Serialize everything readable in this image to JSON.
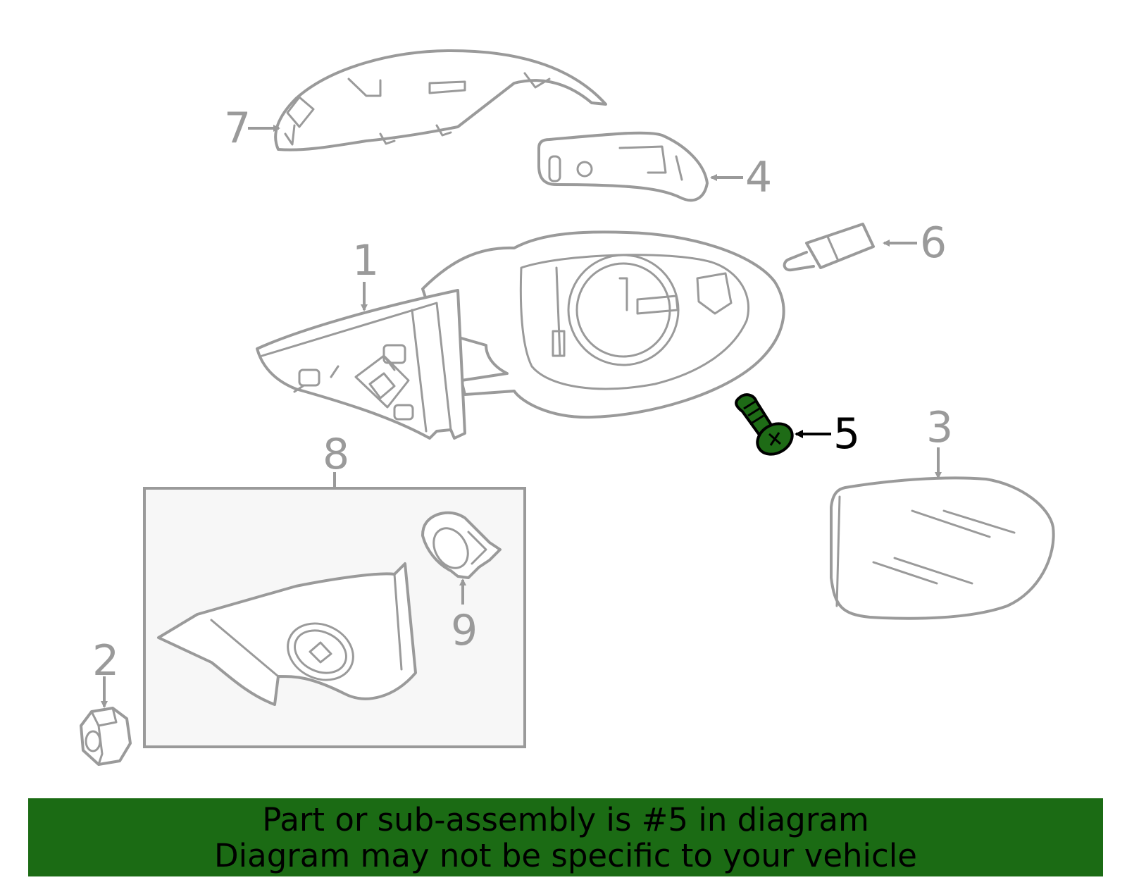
{
  "callouts": [
    {
      "id": "1",
      "label": "1"
    },
    {
      "id": "2",
      "label": "2"
    },
    {
      "id": "3",
      "label": "3"
    },
    {
      "id": "4",
      "label": "4"
    },
    {
      "id": "5",
      "label": "5"
    },
    {
      "id": "6",
      "label": "6"
    },
    {
      "id": "7",
      "label": "7"
    },
    {
      "id": "8",
      "label": "8"
    },
    {
      "id": "9",
      "label": "9"
    }
  ],
  "highlighted_part": "5",
  "colors": {
    "highlight_part": "#1e6b16",
    "banner_background": "#1b6b14",
    "line_art": "#9a9a9a",
    "sub_assembly_box": "#f7f7f7"
  },
  "banner": {
    "line1": "Part or sub-assembly is #5 in diagram",
    "line2": "Diagram may not be specific to your vehicle"
  }
}
